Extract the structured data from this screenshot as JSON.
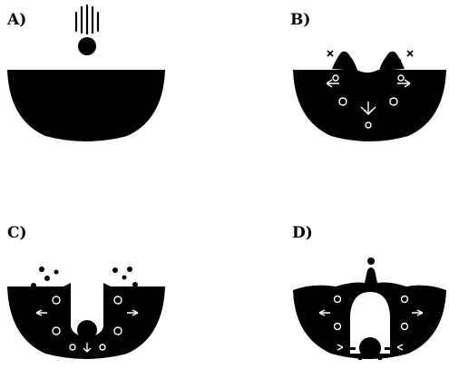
{
  "panels": [
    {
      "label": "A)"
    },
    {
      "label": "B)"
    },
    {
      "label": "C)"
    },
    {
      "label": "D)"
    }
  ],
  "colors": {
    "target": "#000000",
    "background": "#ffffff",
    "outline_on_black": "#ffffff"
  }
}
